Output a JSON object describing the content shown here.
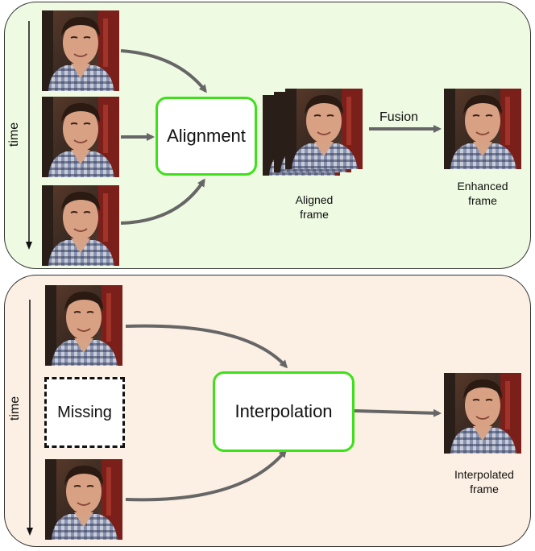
{
  "top": {
    "time_label": "time",
    "process_label": "Alignment",
    "fusion_label": "Fusion",
    "aligned_label_line1": "Aligned",
    "aligned_label_line2": "frame",
    "enhanced_label_line1": "Enhanced",
    "enhanced_label_line2": "frame"
  },
  "bottom": {
    "time_label": "time",
    "process_label": "Interpolation",
    "missing_label": "Missing",
    "interpolated_label_line1": "Interpolated",
    "interpolated_label_line2": "frame"
  },
  "colors": {
    "top_panel_bg": "#eefae2",
    "bottom_panel_bg": "#fcefe3",
    "process_border": "#3ee01a",
    "arrow": "#666666"
  }
}
